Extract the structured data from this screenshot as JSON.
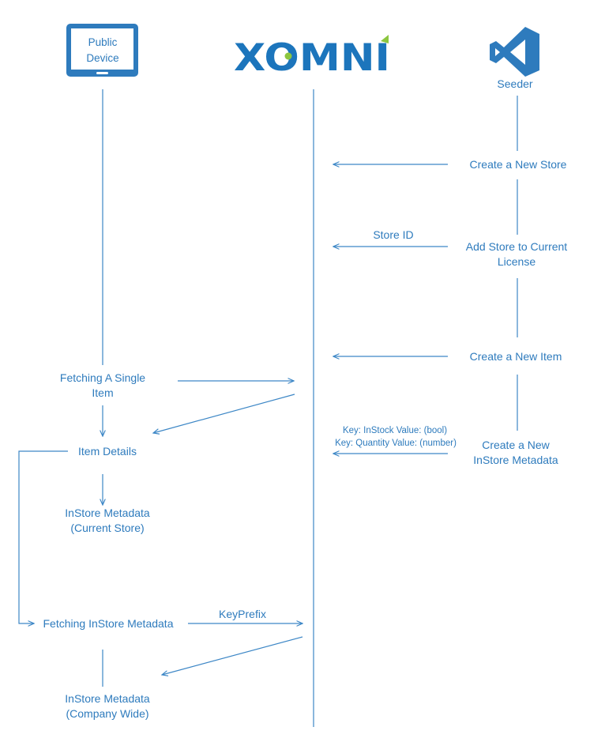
{
  "participants": {
    "device": {
      "line1": "Public",
      "line2": "Device"
    },
    "server": {
      "logo": "XOMNI"
    },
    "seeder": {
      "label": "Seeder",
      "icon": "visual-studio-icon"
    }
  },
  "seeder_steps": {
    "create_store": "Create a New Store",
    "add_store_l1": "Add Store to Current",
    "add_store_l2": "License",
    "create_item": "Create a New Item",
    "create_meta_l1": "Create a New",
    "create_meta_l2": "InStore Metadata"
  },
  "messages": {
    "store_id": "Store ID",
    "key_instock": "Key: InStock  Value: (bool)",
    "key_quantity": "Key: Quantity Value: (number)",
    "key_prefix": "KeyPrefix"
  },
  "device_steps": {
    "fetch_item_l1": "Fetching A Single",
    "fetch_item_l2": "Item",
    "item_details": "Item Details",
    "meta_current_l1": "InStore Metadata",
    "meta_current_l2": "(Current Store)",
    "fetch_meta": "Fetching InStore Metadata",
    "meta_company_l1": "InStore Metadata",
    "meta_company_l2": "(Company Wide)"
  },
  "colors": {
    "accent": "#2e7bbd",
    "logo_blue": "#1c75bc",
    "logo_green": "#8cc63f",
    "line": "#3d87c6"
  }
}
